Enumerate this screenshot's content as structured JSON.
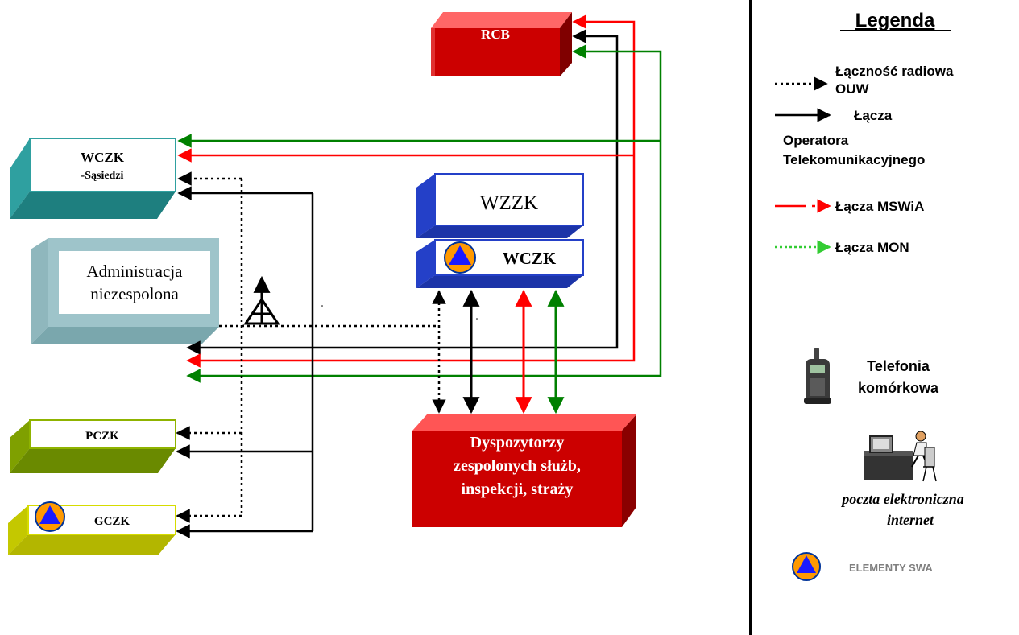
{
  "nodes": {
    "rcb": "RCB",
    "wczk_sasiedzi_line1": "WCZK",
    "wczk_sasiedzi_line2": "-Sąsiedzi",
    "administracja_line1": "Administracja",
    "administracja_line2": "niezespolona",
    "wzzk": "WZZK",
    "wczk": "WCZK",
    "pczk": "PCZK",
    "gczk": "GCZK",
    "dyspozytorzy_line1": "Dyspozytorzy",
    "dyspozytorzy_line2": "zespolonych służb,",
    "dyspozytorzy_line3": "inspekcji, straży"
  },
  "legend": {
    "title": "Legenda",
    "radio_line1": "Łączność radiowa",
    "radio_line2": "OUW",
    "operator_line1": "Łącza",
    "operator_line2": "Operatora",
    "operator_line3": "Telekomunikacyjnego",
    "mswia": "Łącza  MSWiA",
    "mon": "Łącza MON",
    "telefonia_line1": "Telefonia",
    "telefonia_line2": "komórkowa",
    "poczta_line1": "poczta elektroniczna",
    "poczta_line2": "internet",
    "swa": "ELEMENTY SWA"
  },
  "colors": {
    "black_link": "#000000",
    "mswia_link": "#ff0000",
    "mon_link": "#008000",
    "legend_mon": "#33cc33",
    "rcb_red": "#cc0000",
    "wczk_teal": "#33b3b3",
    "admin_gray": "#99c2c8",
    "wzzk_blue": "#1f3fcc",
    "pczk_olive": "#8fb300",
    "gczk_yellow": "#d6dc00",
    "swa_orange": "#ff9900",
    "swa_blue": "#1a1aff"
  },
  "icons": {
    "antenna": "antenna-tower-icon",
    "phone": "mobile-phone-icon",
    "computer": "computer-user-icon",
    "swa": "civil-defense-icon"
  }
}
